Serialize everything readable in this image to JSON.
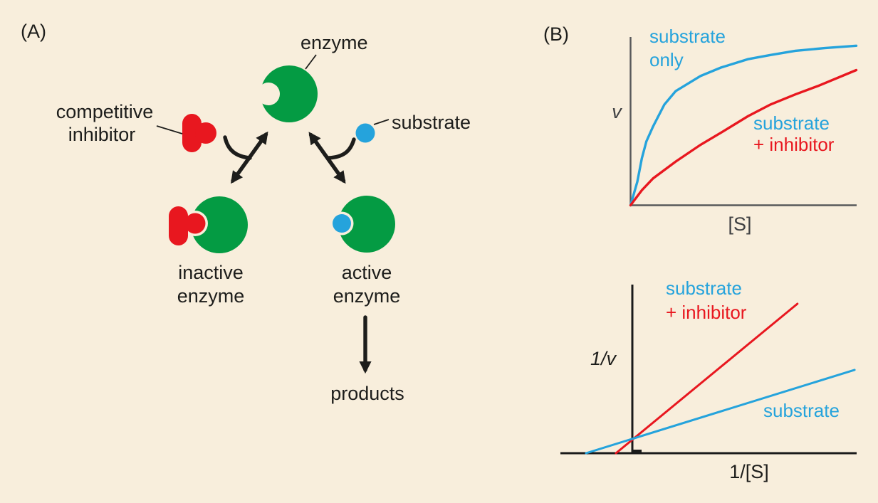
{
  "colors": {
    "bg": "#f8eedc",
    "green": "#049b43",
    "red": "#e8171f",
    "blue": "#25a3dc",
    "ink": "#1d1d1b",
    "axis_gray": "#57585a",
    "axis_ink": "#1a1a1a",
    "axis_label": "#3f4042"
  },
  "panelA": {
    "label": "(A)",
    "enzyme_label": "enzyme",
    "inhibitor_label_lines": [
      "competitive",
      "inhibitor"
    ],
    "substrate_label": "substrate",
    "inactive_enzyme_lines": [
      "inactive",
      "enzyme"
    ],
    "active_enzyme_lines": [
      "active",
      "enzyme"
    ],
    "products_label": "products"
  },
  "panelB": {
    "label": "(B)",
    "top_chart": {
      "ylabel": "v",
      "xlabel": "[S]",
      "substrate_only_lines": [
        "substrate",
        "only"
      ],
      "with_inhibitor_lines": [
        "substrate",
        "+ inhibitor"
      ]
    },
    "bottom_chart": {
      "ylabel": "1/v",
      "xlabel": "1/[S]",
      "with_inhibitor_lines": [
        "substrate",
        "+ inhibitor"
      ],
      "substrate_label": "substrate"
    }
  },
  "chart_data": [
    {
      "type": "line",
      "id": "michaelis-menten",
      "title": "",
      "xlabel": "[S]",
      "ylabel": "v",
      "axes": "unlabeled qualitative axes, no ticks, no grid",
      "legend_position": "labels placed beside curves",
      "series": [
        {
          "name": "substrate only",
          "color": "#25a3dc",
          "points": [
            [
              0,
              0
            ],
            [
              0.03,
              0.14
            ],
            [
              0.05,
              0.28
            ],
            [
              0.07,
              0.38
            ],
            [
              0.1,
              0.47
            ],
            [
              0.15,
              0.6
            ],
            [
              0.2,
              0.68
            ],
            [
              0.31,
              0.77
            ],
            [
              0.4,
              0.82
            ],
            [
              0.52,
              0.87
            ],
            [
              0.62,
              0.895
            ],
            [
              0.73,
              0.92
            ],
            [
              0.86,
              0.936
            ],
            [
              1.0,
              0.95
            ]
          ]
        },
        {
          "name": "substrate + inhibitor",
          "color": "#e8171f",
          "points": [
            [
              0,
              0
            ],
            [
              0.05,
              0.09
            ],
            [
              0.1,
              0.16
            ],
            [
              0.2,
              0.26
            ],
            [
              0.31,
              0.36
            ],
            [
              0.41,
              0.44
            ],
            [
              0.52,
              0.53
            ],
            [
              0.62,
              0.6
            ],
            [
              0.73,
              0.66
            ],
            [
              0.83,
              0.71
            ],
            [
              1.0,
              0.805
            ]
          ]
        }
      ],
      "note": "both curves approach the same Vmax; inhibitor curve rises more slowly (higher apparent Km)"
    },
    {
      "type": "line",
      "id": "lineweaver-burk",
      "title": "",
      "xlabel": "1/[S]",
      "ylabel": "1/v",
      "axes": "unlabeled qualitative axes; x-axis extends left of the 1/v axis",
      "series": [
        {
          "name": "substrate + inhibitor",
          "color": "#e8171f",
          "points": [
            [
              0.1875,
              0
            ],
            [
              0.8,
              0.886
            ]
          ]
        },
        {
          "name": "substrate",
          "color": "#25a3dc",
          "points": [
            [
              0.0865,
              0
            ],
            [
              0.993,
              0.494
            ]
          ]
        }
      ],
      "note": "both lines share the same 1/v intercept (same Vmax); inhibitor line is steeper"
    }
  ]
}
